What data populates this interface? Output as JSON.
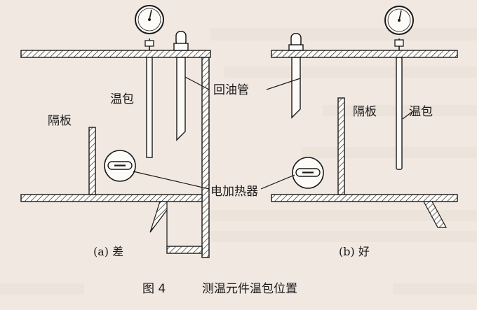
{
  "diagram": {
    "labels": {
      "temp_bulb": "温包",
      "baffle": "隔板",
      "return_pipe": "回油管",
      "heater": "电加热器"
    },
    "captions": {
      "a": "(a) 差",
      "b": "(b) 好"
    },
    "figure_number": "图 4",
    "figure_title": "测温元件温包位置"
  },
  "colors": {
    "background": "#f1e8e1",
    "ink": "#1a1a1a"
  }
}
